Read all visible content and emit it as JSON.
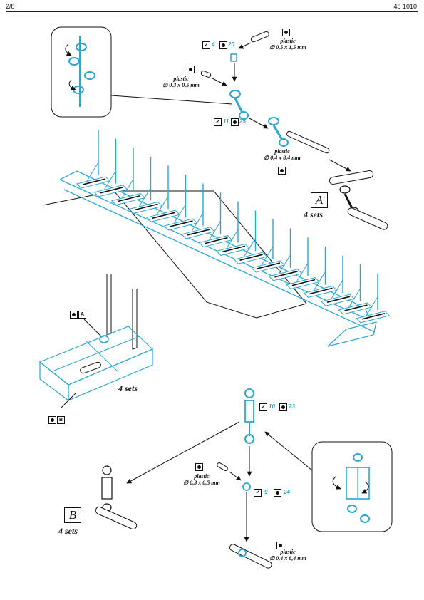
{
  "header": {
    "page": "2/8",
    "code": "48 1010"
  },
  "labels": {
    "plastic_top": {
      "word": "plastic",
      "dim": "∅ 0,5 x 1,5 mm"
    },
    "plastic_left": {
      "word": "plastic",
      "dim": "∅ 0,3 x 0,5 mm"
    },
    "plastic_mid": {
      "word": "plastic",
      "dim": "∅ 0,4 x 8,4 mm"
    },
    "plastic_b": {
      "word": "plastic",
      "dim": "∅ 0,3 x 0,5 mm"
    },
    "plastic_bottom": {
      "word": "plastic",
      "dim": "∅ 0,4 x 8,4 mm"
    }
  },
  "parts": {
    "p4": "4",
    "p20": "20",
    "p11": "11",
    "p25": "25",
    "p10": "10",
    "p23": "23",
    "p9": "9",
    "p24": "24"
  },
  "assemblies": {
    "a_letter": "A",
    "a_sets": "4 sets",
    "b_letter": "B",
    "b_sets": "4 sets",
    "mid_sets": "4 sets",
    "ref_a": "A",
    "ref_b": "B"
  },
  "colors": {
    "part": "#2aa6d4",
    "line": "#111111"
  }
}
